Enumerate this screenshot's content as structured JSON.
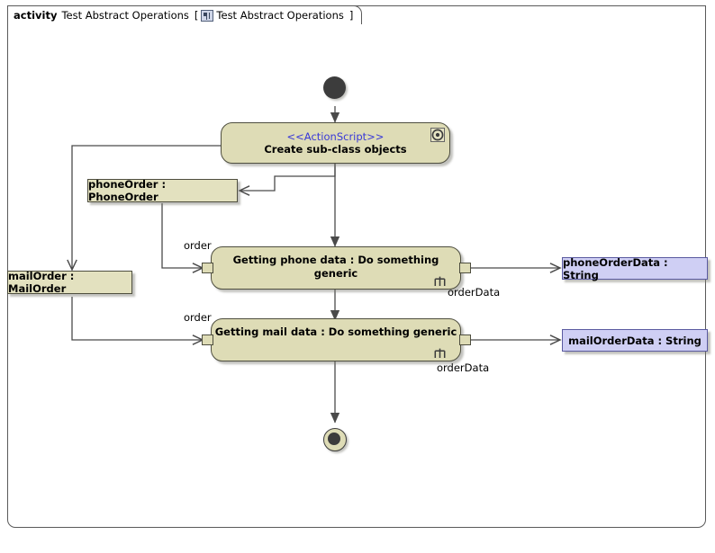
{
  "frame": {
    "keyword": "activity",
    "name": "Test Abstract Operations",
    "bracket_open": "[",
    "bracket_close": "]",
    "diagram_name": "Test Abstract Operations",
    "icon": "activity-diagram-icon"
  },
  "nodes": {
    "initial": {
      "name": "initial-node"
    },
    "final": {
      "name": "activity-final-node"
    },
    "create_action": {
      "stereotype": "<<ActionScript>>",
      "title": "Create sub-class objects",
      "badge_icon": "gear-icon"
    },
    "phone_order_object": {
      "label": "phoneOrder : PhoneOrder"
    },
    "mail_order_object": {
      "label": "mailOrder : MailOrder"
    },
    "getting_phone_data": {
      "title": "Getting phone data : Do something generic",
      "behavior_icon": "rake-icon"
    },
    "getting_mail_data": {
      "title": "Getting mail data : Do something generic",
      "behavior_icon": "rake-icon"
    },
    "phone_order_data": {
      "label": "phoneOrderData : String"
    },
    "mail_order_data": {
      "label": "mailOrderData : String"
    }
  },
  "edge_labels": {
    "order_phone": "order",
    "order_mail": "order",
    "order_data_phone": "orderData",
    "order_data_mail": "orderData"
  },
  "colors": {
    "action_fill": "#dedcb6",
    "object_fill": "#e3e1bf",
    "data_fill": "#cfcff4",
    "stereotype_text": "#3838d8",
    "line": "#4a4a4a",
    "frame_border": "#5a5a5a"
  }
}
